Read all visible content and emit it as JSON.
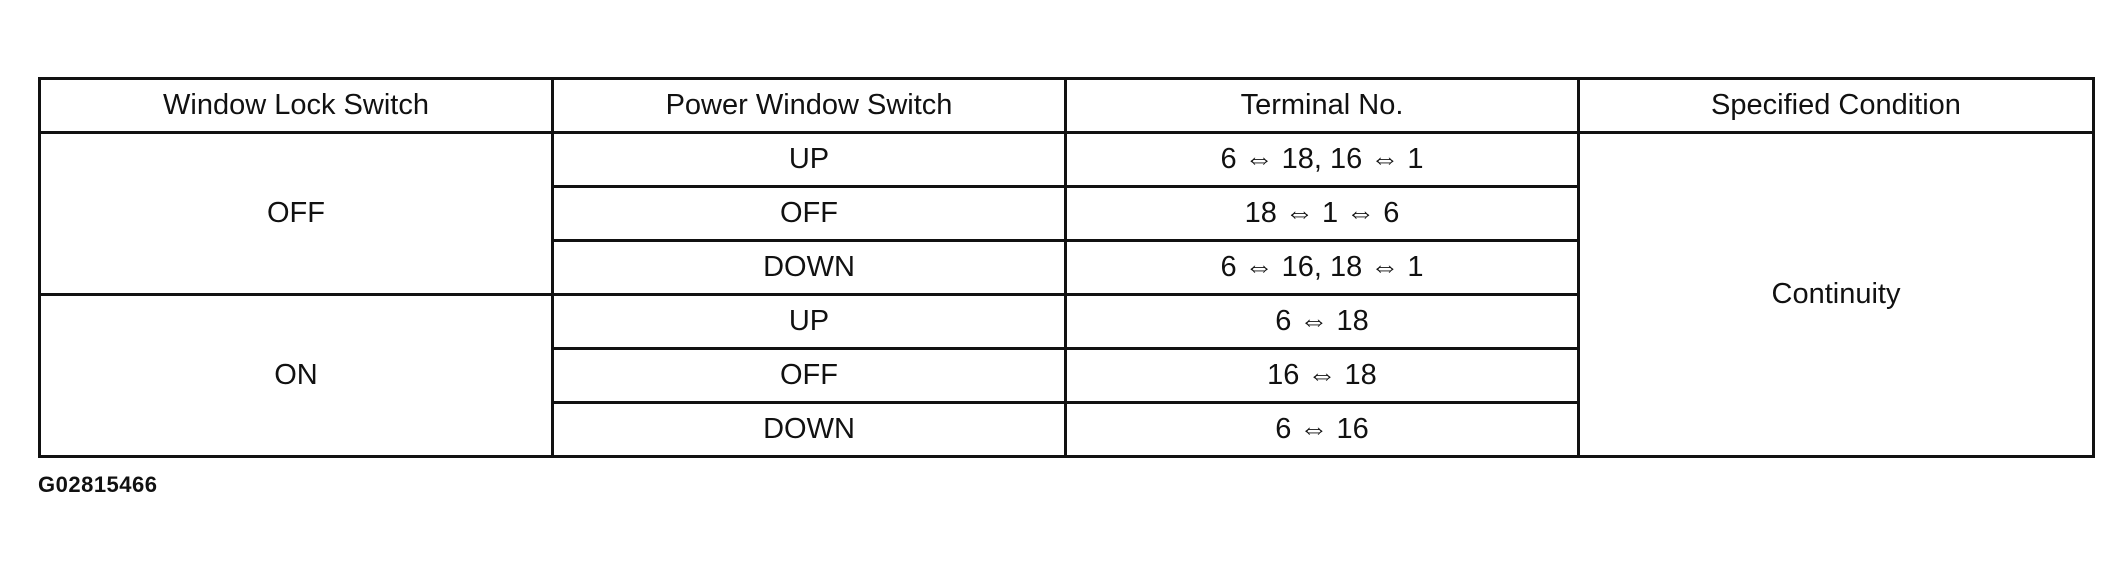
{
  "table": {
    "headers": [
      "Window Lock Switch",
      "Power Window Switch",
      "Terminal No.",
      "Specified Condition"
    ],
    "groups": [
      {
        "lock_state": "OFF",
        "rows": [
          {
            "switch": "UP",
            "terminals": "6 ⇔ 18, 16 ⇔ 1"
          },
          {
            "switch": "OFF",
            "terminals": "18 ⇔ 1 ⇔ 6"
          },
          {
            "switch": "DOWN",
            "terminals": "6 ⇔ 16, 18 ⇔ 1"
          }
        ]
      },
      {
        "lock_state": "ON",
        "rows": [
          {
            "switch": "UP",
            "terminals": "6 ⇔ 18"
          },
          {
            "switch": "OFF",
            "terminals": "16 ⇔ 18"
          },
          {
            "switch": "DOWN",
            "terminals": "6 ⇔ 16"
          }
        ]
      }
    ],
    "condition": "Continuity"
  },
  "figure_id": "G02815466"
}
